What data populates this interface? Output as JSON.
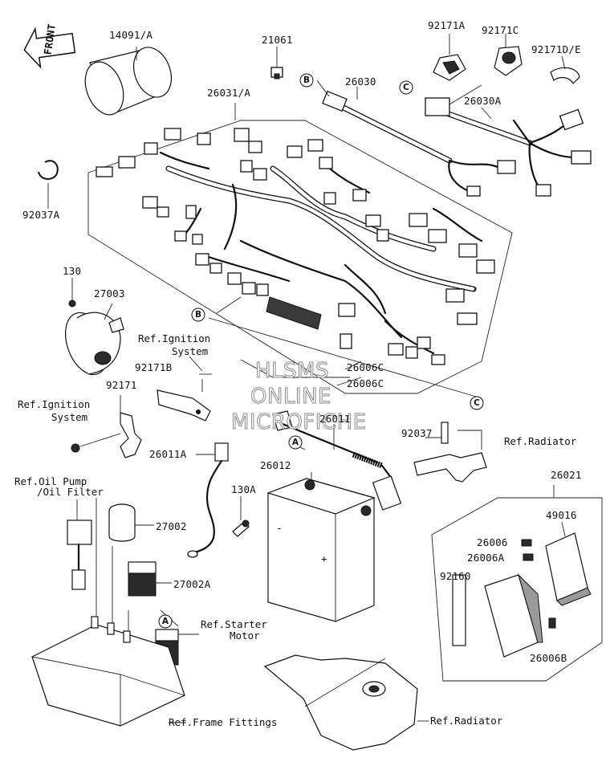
{
  "front_arrow": "FRONT",
  "watermark": [
    "HLSMS",
    "ONLINE",
    "MICROFICHE"
  ],
  "circle_markers": {
    "a": "A",
    "b": "B",
    "c": "C"
  },
  "part_labels": {
    "p14091a": "14091/A",
    "p21061": "21061",
    "p92171a": "92171A",
    "p92171c": "92171C",
    "p92171de": "92171D/E",
    "p26030": "26030",
    "p26030a": "26030A",
    "p26031a": "26031/A",
    "p92037a": "92037A",
    "p130": "130",
    "p27003": "27003",
    "p92171b": "92171B",
    "p92171": "92171",
    "p26006c_1": "26006C",
    "p26006c_2": "26006C",
    "p26011": "26011",
    "p26011a": "26011A",
    "p92037": "92037",
    "p26012": "26012",
    "p130a": "130A",
    "p27002": "27002",
    "p27002a": "27002A",
    "p26021": "26021",
    "p49016": "49016",
    "p26006": "26006",
    "p26006a": "26006A",
    "p92160": "92160",
    "p26006b": "26006B"
  },
  "ref_labels": {
    "ignition_1_line1": "Ref.Ignition",
    "ignition_1_line2": "System",
    "ignition_2_line1": "Ref.Ignition",
    "ignition_2_line2": "System",
    "radiator_1": "Ref.Radiator",
    "oilpump_line1": "Ref.Oil Pump",
    "oilpump_line2": "/Oil Filter",
    "starter_line1": "Ref.Starter",
    "starter_line2": "Motor",
    "frame_fittings": "Ref.Frame Fittings",
    "radiator_2": "Ref.Radiator"
  }
}
